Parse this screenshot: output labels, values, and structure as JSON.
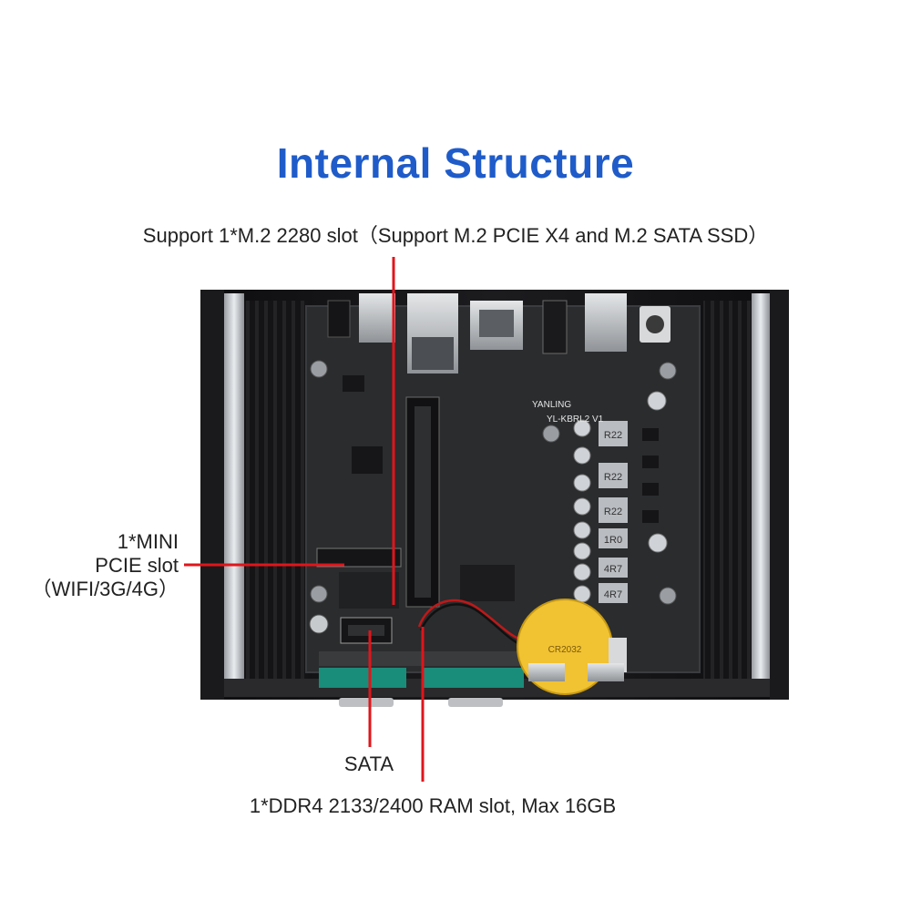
{
  "title": "Internal Structure",
  "labels": {
    "m2": "Support 1*M.2 2280 slot（Support M.2 PCIE X4 and M.2 SATA SSD）",
    "mini_line1": "1*MINI",
    "mini_line2": "PCIE slot",
    "mini_line3": "（WIFI/3G/4G）",
    "sata": "SATA",
    "ram": "1*DDR4 2133/2400 RAM slot, Max 16GB"
  },
  "board": {
    "brand_marking": "YANLING",
    "model_marking": "YL-KBRL2 V1",
    "battery_marking": "CR2032",
    "inductor_markings": [
      "R22",
      "R22",
      "R22",
      "1R0",
      "4R7",
      "4R7"
    ]
  },
  "colors": {
    "title": "#1f5cc9",
    "pointer_lines": "#e0151b",
    "case": "#1b1b1d",
    "board": "#2a2c2e",
    "ram_slot": "#1a8c7a",
    "battery": "#f1c232"
  }
}
